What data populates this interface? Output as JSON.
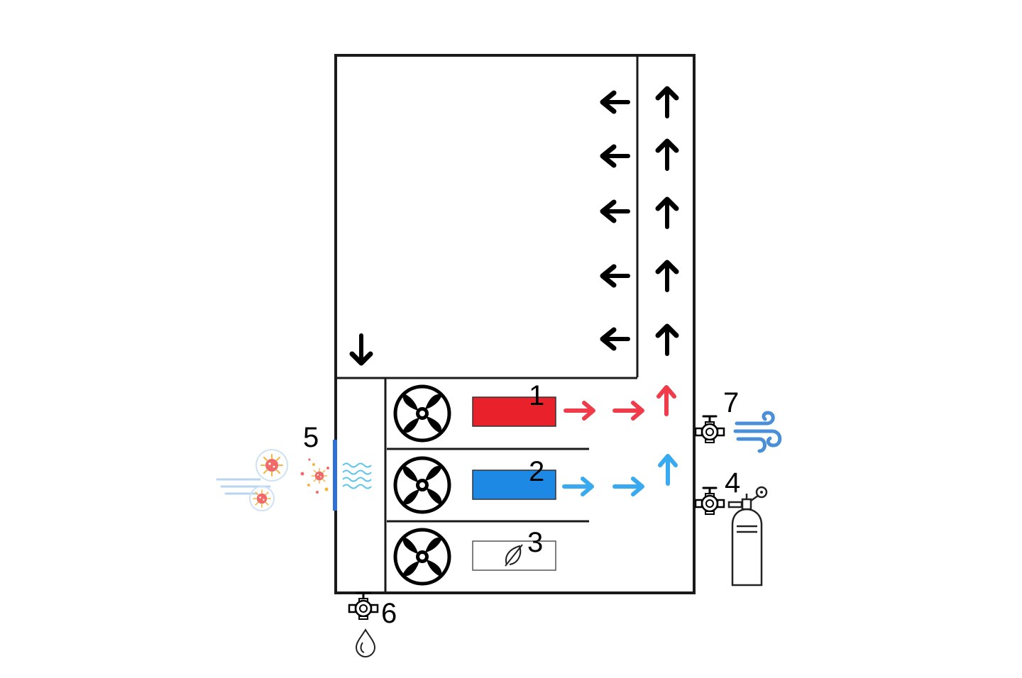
{
  "labels": {
    "heater": "1",
    "cooler": "2",
    "humidifier": "3",
    "gas_inlet": "4",
    "air_filter": "5",
    "drain": "6",
    "air_outlet": "7"
  },
  "colors": {
    "frame": "#1a1a1a",
    "heat": "#e8212a",
    "heat_arrow": "#ef3b4a",
    "cool": "#1e88e5",
    "cool_arrow": "#3aaaf0",
    "filter_bar": "#2f6fd6",
    "wave": "#5cc4f0",
    "wind_blue": "#4a8fd8",
    "virus": "#f06a6a"
  },
  "icons": [
    "fan-icon",
    "valve-icon",
    "gas-cylinder-icon",
    "wind-icon",
    "water-drop-icon",
    "virus-icon",
    "water-wave-icon",
    "leaf-icon"
  ]
}
